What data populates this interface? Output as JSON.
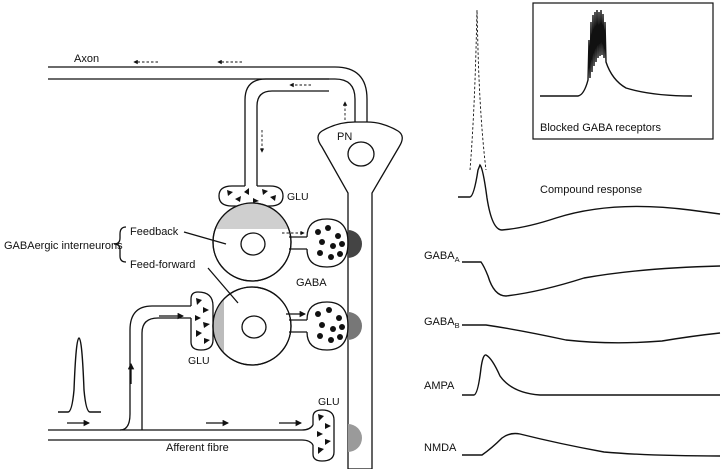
{
  "labels": {
    "axon": "Axon",
    "pn": "PN",
    "glu_top": "GLU",
    "glu_mid": "GLU",
    "glu_bottom": "GLU",
    "gaba": "GABA",
    "gabaergic_interneurons": "GABAergic interneurons",
    "feedback": "Feedback",
    "feed_forward": "Feed-forward",
    "afferent_fibre": "Afferent fibre"
  },
  "traces": {
    "inset_label": "Blocked GABA receptors",
    "compound": "Compound response",
    "gaba_a": {
      "base": "GABA",
      "sub": "A"
    },
    "gaba_b": {
      "base": "GABA",
      "sub": "B"
    },
    "ampa": "AMPA",
    "nmda": "NMDA"
  },
  "colors": {
    "ink": "#111111",
    "receptor_dark": "#444444",
    "receptor_mid": "#777777",
    "receptor_light": "#9a9a9a",
    "cell_shade": "#cfcfcf"
  }
}
